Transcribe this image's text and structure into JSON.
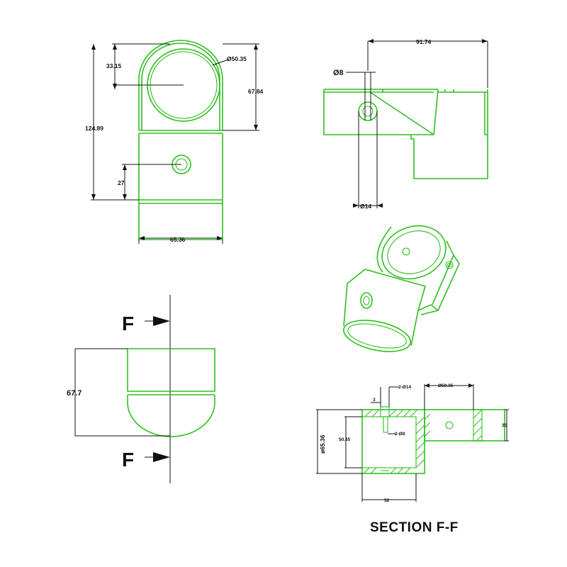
{
  "colors": {
    "outline": "#2fbf1f",
    "dimension": "#111111",
    "background": "#ffffff"
  },
  "front_view": {
    "dim_top_offset": "33.15",
    "dim_bore_diameter": "Ø50.35",
    "dim_head_height": "67.84",
    "dim_total_height": "124.89",
    "dim_hole_height": "27",
    "dim_width": "65.36"
  },
  "side_view": {
    "dim_length": "91.74",
    "dim_small_hole": "Ø8",
    "dim_large_hole": "Ø14"
  },
  "section_view": {
    "label_top": "F",
    "label_bottom": "F",
    "dim_height": "67.7"
  },
  "detail_view": {
    "dim_holes_large": "2-Ø14",
    "dim_holes_small": "2-Ø8",
    "dim_wall": "3",
    "dim_bore": "Ø50.35",
    "dim_outer": "ø65.36",
    "dim_inner": "50.35",
    "dim_height": "35",
    "dim_width": "52",
    "title": "SECTION F-F"
  }
}
